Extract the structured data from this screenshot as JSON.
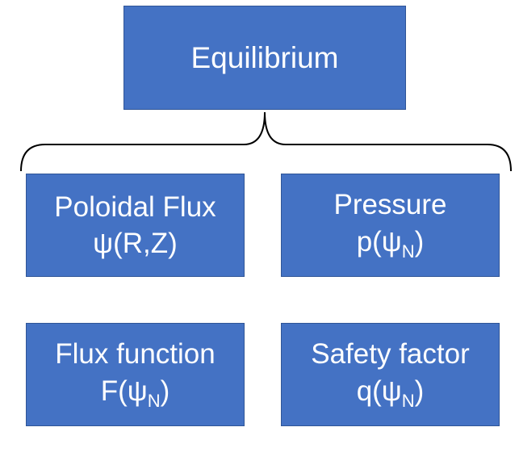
{
  "root": {
    "label": "Equilibrium"
  },
  "nodes": {
    "poloidal": {
      "title": "Poloidal Flux",
      "expr": "ψ(R,Z)"
    },
    "pressure": {
      "title": "Pressure",
      "expr_pre": "p(ψ",
      "expr_sub": "N",
      "expr_post": ")"
    },
    "flux_function": {
      "title": "Flux function",
      "expr_pre": "F(ψ",
      "expr_sub": "N",
      "expr_post": ")"
    },
    "safety_factor": {
      "title": "Safety factor",
      "expr_pre": "q(ψ",
      "expr_sub": "N",
      "expr_post": ")"
    }
  },
  "colors": {
    "box_fill": "#4472c4",
    "box_border": "#2f5597",
    "text": "#ffffff",
    "brace": "#000000"
  }
}
